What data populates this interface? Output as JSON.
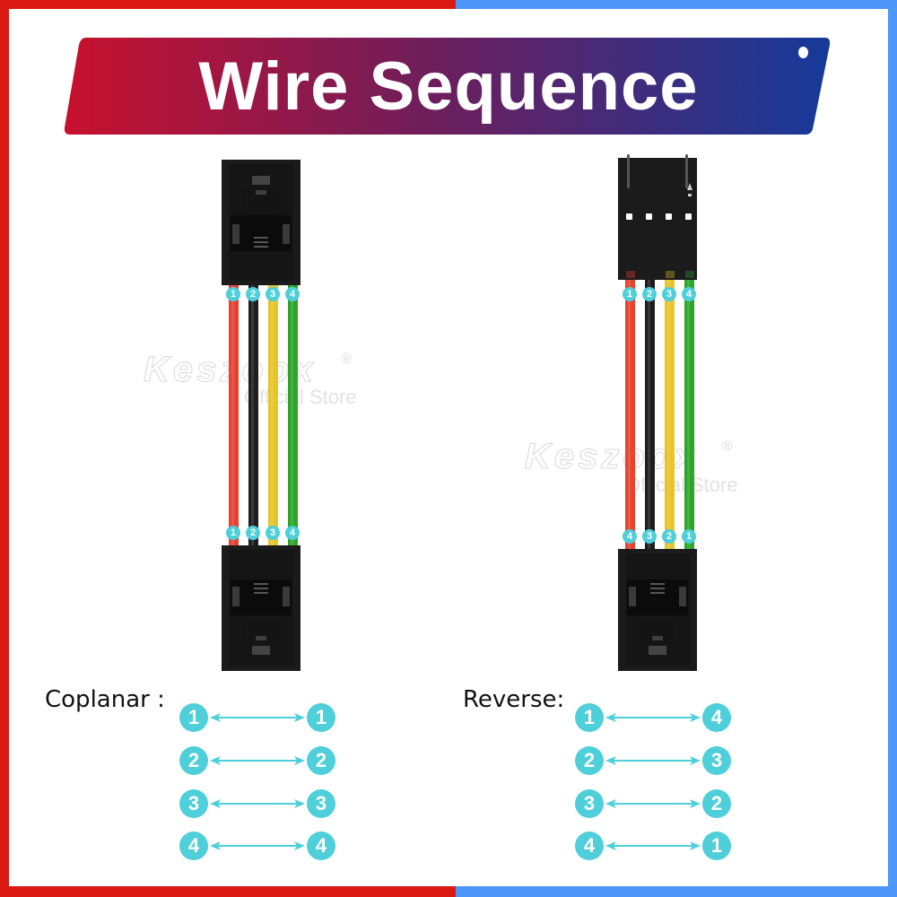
{
  "banner": {
    "title": "Wire Sequence",
    "gradient_start": "#c8102e",
    "gradient_end": "#153a9a"
  },
  "frame": {
    "left_color": "#dc1a14",
    "right_color": "#4f96fb"
  },
  "watermark": {
    "brand": "Keszoox",
    "registered": "®",
    "subtitle": "Official Store"
  },
  "wire_colors": [
    "#e8432f",
    "#1e1e1e",
    "#e6c52a",
    "#2ea52a"
  ],
  "badge_color": "#4ecfd9",
  "cables": [
    {
      "name": "coplanar",
      "top_pins": [
        "1",
        "2",
        "3",
        "4"
      ],
      "bottom_pins": [
        "1",
        "2",
        "3",
        "4"
      ]
    },
    {
      "name": "reverse",
      "top_pins": [
        "1",
        "2",
        "3",
        "4"
      ],
      "bottom_pins": [
        "4",
        "3",
        "2",
        "1"
      ]
    }
  ],
  "mappings": [
    {
      "label": "Coplanar :",
      "rows": [
        {
          "from": "1",
          "to": "1"
        },
        {
          "from": "2",
          "to": "2"
        },
        {
          "from": "3",
          "to": "3"
        },
        {
          "from": "4",
          "to": "4"
        }
      ]
    },
    {
      "label": "Reverse:",
      "rows": [
        {
          "from": "1",
          "to": "4"
        },
        {
          "from": "2",
          "to": "3"
        },
        {
          "from": "3",
          "to": "2"
        },
        {
          "from": "4",
          "to": "1"
        }
      ]
    }
  ]
}
